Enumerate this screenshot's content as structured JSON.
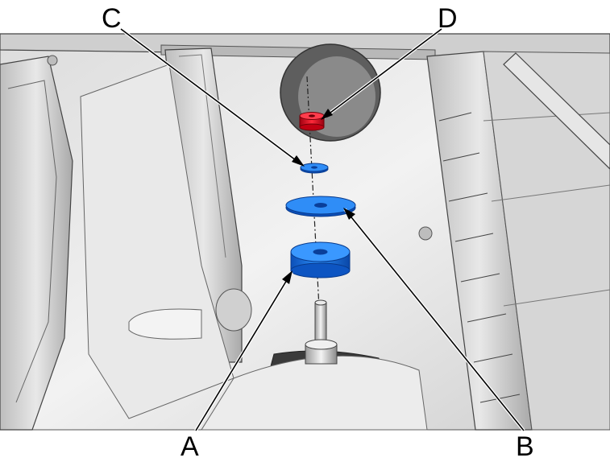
{
  "callouts": {
    "a": "A",
    "b": "B",
    "c": "C",
    "d": "D"
  },
  "parts": {
    "a": {
      "icon": "bushing-large-icon",
      "color": "#1f7ee8"
    },
    "b": {
      "icon": "washer-icon",
      "color": "#1f7ee8"
    },
    "c": {
      "icon": "small-washer-icon",
      "color": "#1f7ee8"
    },
    "d": {
      "icon": "nut-icon",
      "color": "#e01020"
    }
  }
}
